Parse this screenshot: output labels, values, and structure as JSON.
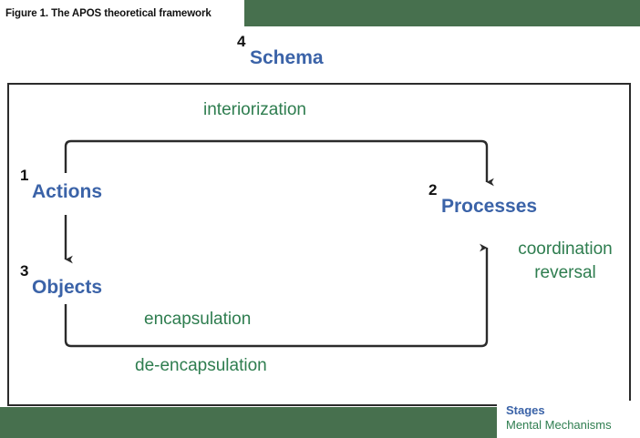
{
  "figure": {
    "caption": "Figure 1. The APOS theoretical framework",
    "colors": {
      "band_green": "#47704e",
      "stage_blue": "#3b63a8",
      "mechanism_green": "#2e7d4f",
      "number_black": "#111111",
      "border": "#2b2b2b",
      "background": "#ffffff"
    }
  },
  "schema": {
    "number": "4",
    "label": "Schema"
  },
  "stages": [
    {
      "number": "1",
      "label": "Actions"
    },
    {
      "number": "2",
      "label": "Processes"
    },
    {
      "number": "3",
      "label": "Objects"
    }
  ],
  "mechanisms": {
    "interiorization": "interiorization",
    "encapsulation": "encapsulation",
    "de_encapsulation": "de-encapsulation",
    "coordination": "coordination",
    "reversal": "reversal"
  },
  "legend": {
    "stages_label": "Stages",
    "mechanisms_label": "Mental Mechanisms"
  }
}
